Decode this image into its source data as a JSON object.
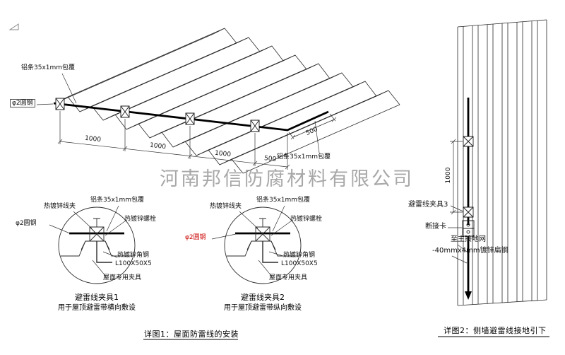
{
  "watermark": "河南邦信防腐材料有限公司",
  "colors": {
    "accent_red": "#cc0000",
    "line": "#2a2a2a",
    "watermark_gray": "#9a9a9a"
  },
  "figure1": {
    "caption": "详图1：屋面防雷线的安装",
    "roof": {
      "strip_label_top": "铝条35x1mm包覆",
      "strip_label_bottom": "铝条35x1mm包覆",
      "rod_label": "φ2圆钢",
      "dims": [
        "1000",
        "1000",
        "1000",
        "500"
      ],
      "slant_dim": "500"
    },
    "detail1": {
      "title": "避雷线夹具1",
      "subtitle": "用于屋顶避雷带横向敷设",
      "labels": {
        "wire_clamp": "热镀锌线夹",
        "strip": "铝条35x1mm包覆",
        "bolt": "热镀锌螺栓",
        "rod": "φ2圆钢",
        "angle_steel": "热镀锌角钢",
        "angle_size": "L100X50X5",
        "roof_fixture": "屋面专用夹具"
      }
    },
    "detail2": {
      "title": "避雷线夹具2",
      "subtitle": "用于屋顶避雷带纵向敷设",
      "labels": {
        "wire_clamp": "热镀锌线夹",
        "strip": "铝条35x1mm包覆",
        "bolt": "热镀锌螺栓",
        "rod": "φ2圆钢",
        "angle_steel": "热镀锌角钢",
        "angle_size": "L100X50X5",
        "roof_fixture": "屋面专用夹具"
      }
    }
  },
  "figure2": {
    "caption": "详图2：侧墙避雷线接地引下",
    "dim": "1000",
    "labels": {
      "clamp3": "避雷线夹具3",
      "disconnect": "断接卡",
      "to_ground": "至主接地网",
      "flat_steel": "-40mmx4mm镀锌扁钢"
    }
  }
}
